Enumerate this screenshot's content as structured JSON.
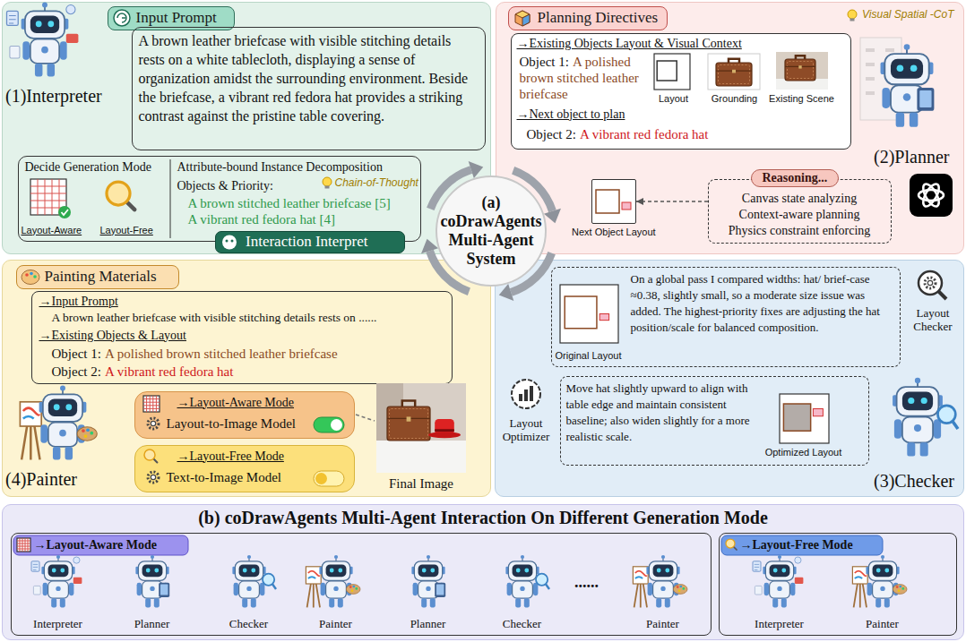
{
  "diagram": {
    "nodes": [
      {
        "text": [
          "(1)Interpreter"
        ]
      },
      {
        "text": [
          "Input Prompt"
        ],
        "in": 0
      },
      {
        "text": [
          "A brown leather briefcase with visible stitching details rests on a white tablecloth, displaying a sense of organization amidst the surrounding environment. Beside the briefcase, a vibrant red fedora hat provides a striking contrast against the pristine table covering."
        ],
        "in": 0
      },
      {
        "text": [
          "Decide Generation Mode",
          "Attribute-bound Instance Decomposition",
          "Chain-of-Thought",
          "Layout-Aware",
          "Layout-Free",
          "Objects & Priority:",
          "A brown stitched leather briefcase [5]",
          "A vibrant red fedora hat [4]"
        ],
        "in": 0
      },
      {
        "text": [
          "Interaction Interpret"
        ],
        "in": 0
      },
      {
        "text": [
          "(2)Planner",
          "Visual Spatial -CoT"
        ]
      },
      {
        "text": [
          "Planning Directives"
        ],
        "in": 5
      },
      {
        "text": [
          "→Existing Objects Layout & Visual Context",
          "Object 1:",
          "A polished brown stitched leather briefcase",
          "Layout",
          "Grounding",
          "Existing Scene",
          "→Next object to plan",
          "Object 2:",
          "A vibrant red fedora hat"
        ],
        "in": 5
      },
      {
        "text": [
          "Reasoning...",
          "Canvas state analyzing",
          "Context-aware planning",
          "Physics constraint enforcing"
        ],
        "in": 5
      },
      {
        "text": [
          "Next Object Layout"
        ],
        "in": 5
      },
      {
        "text": [
          "(a) coDrawAgents Multi-Agent System"
        ]
      },
      {
        "text": [
          "(4)Painter",
          "Final Image"
        ]
      },
      {
        "text": [
          "Painting Materials"
        ],
        "in": 11
      },
      {
        "text": [
          "→Input Prompt",
          "A brown leather briefcase with visible stitching details rests on ......",
          "→Existing Objects & Layout",
          "Object 1:",
          "A polished brown stitched leather briefcase",
          "Object 2:",
          "A vibrant red fedora hat"
        ],
        "in": 11
      },
      {
        "text": [
          "→Layout-Aware Mode",
          "Layout-to-Image Model"
        ],
        "in": 11
      },
      {
        "text": [
          "→Layout-Free Mode",
          "Text-to-Image Model"
        ],
        "in": 11
      },
      {
        "text": [
          "(3)Checker",
          "Layout Checker",
          "Layout Optimizer"
        ]
      },
      {
        "text": [
          "Original Layout",
          "On a global pass I compared widths: hat/ brief-case ≈0.38, slightly small, so a moderate size issue was added. The highest-priority fixes are adjusting the hat position/scale for balanced composition."
        ],
        "in": 16
      },
      {
        "text": [
          "Move hat slightly upward to align with table edge and maintain consistent baseline; also widen slightly for a more realistic scale.",
          "Optimized Layout"
        ],
        "in": 16
      },
      {
        "text": [
          "(b) coDrawAgents Multi-Agent Interaction On Different Generation Mode"
        ]
      },
      {
        "text": [
          "→Layout-Aware Mode",
          "Interpreter",
          "Planner",
          "Checker",
          "Painter",
          "Planner",
          "Checker",
          "......",
          "Painter"
        ],
        "in": 19
      },
      {
        "text": [
          "→Layout-Free Mode",
          "Interpreter",
          "Painter"
        ],
        "in": 19
      }
    ],
    "edges": [
      {
        "from": 8,
        "to": 9,
        "arrow": "to"
      }
    ]
  }
}
